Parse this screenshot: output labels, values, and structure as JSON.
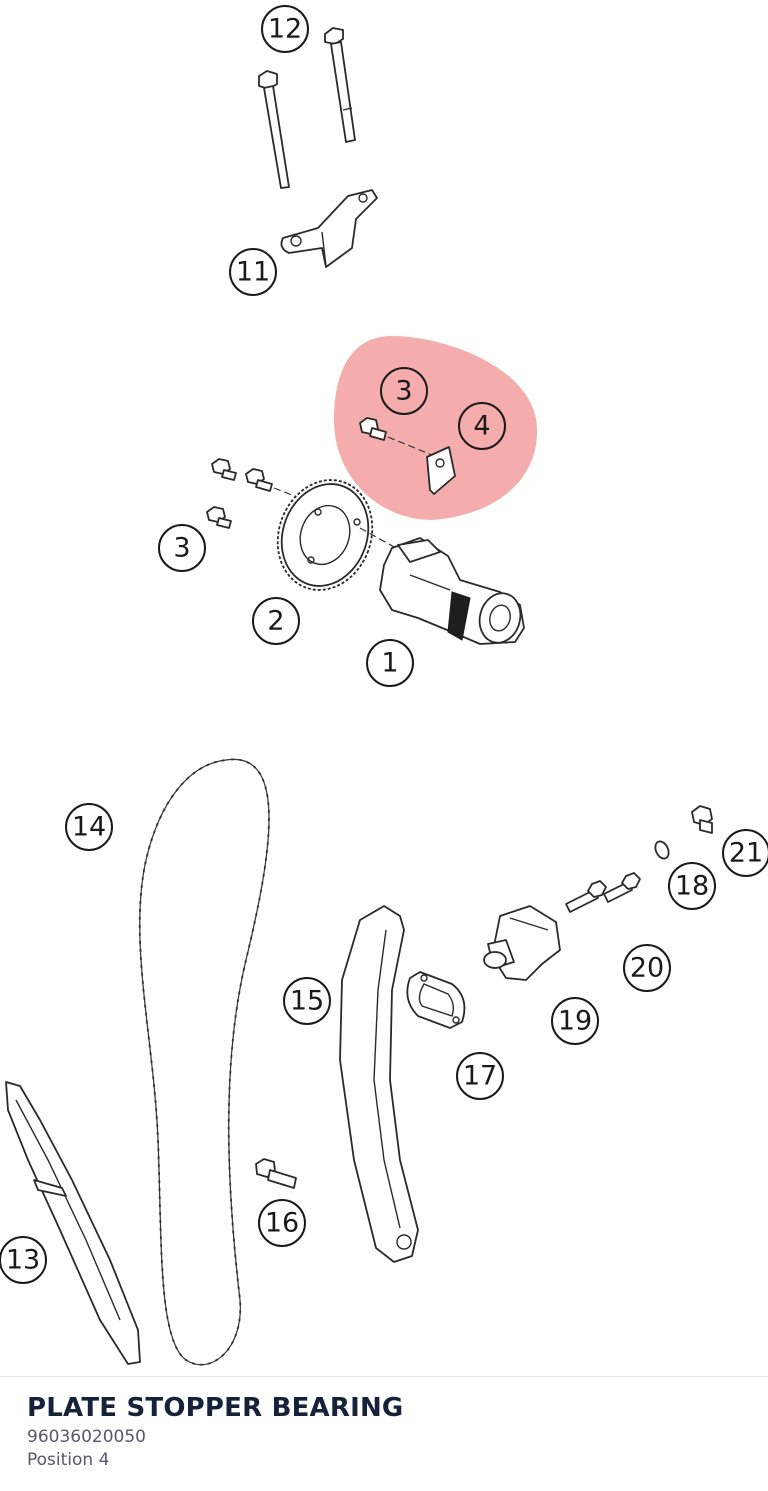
{
  "selected_part": {
    "name": "PLATE STOPPER BEARING",
    "number": "96036020050",
    "position": "Position 4"
  },
  "highlight_color": "#f08080",
  "callouts": [
    "12",
    "11",
    "3",
    "4",
    "3",
    "2",
    "1",
    "14",
    "21",
    "18",
    "20",
    "15",
    "19",
    "17",
    "16",
    "13"
  ]
}
